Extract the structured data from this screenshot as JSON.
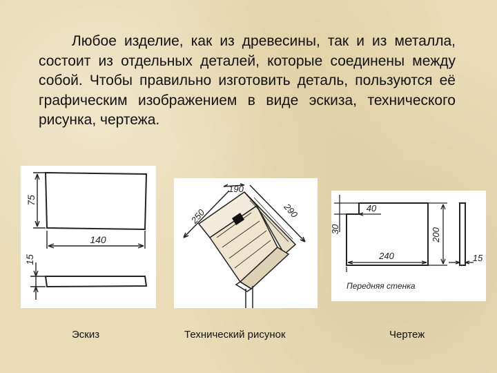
{
  "text": {
    "paragraph": "Любое изделие, как из древесины, так и из металла, состоит из отдельных деталей, которые соединены между собой. Чтобы правильно изготовить деталь, пользуются её графическим изображением в виде эскиза, технического рисунка, чертежа."
  },
  "sketch": {
    "caption": "Эскиз",
    "dim_height": "75",
    "dim_width": "140",
    "dim_thickness": "15"
  },
  "technical_drawing": {
    "caption": "Технический рисунок",
    "dim_top": "190",
    "dim_left": "250",
    "dim_right": "290"
  },
  "blueprint": {
    "caption": "Чертеж",
    "dim_40": "40",
    "dim_30": "30",
    "dim_200": "200",
    "dim_240": "240",
    "dim_15": "15",
    "label": "Передняя стенка"
  }
}
